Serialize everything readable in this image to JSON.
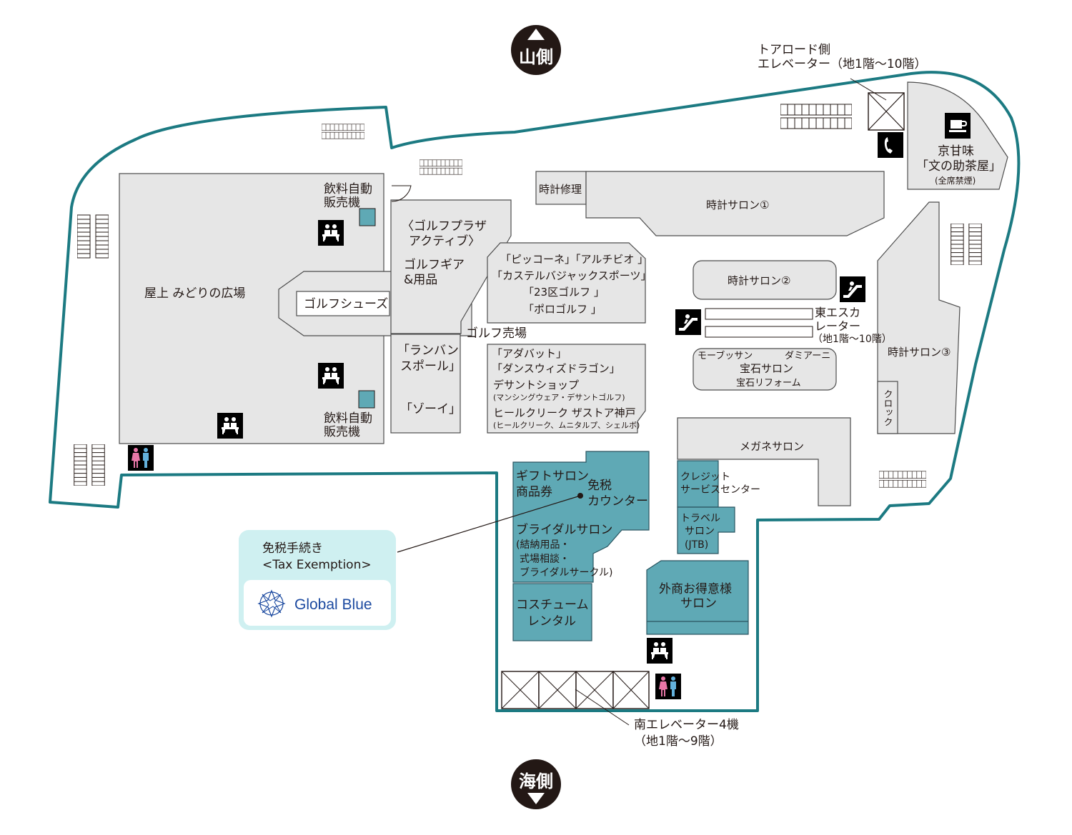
{
  "colors": {
    "outline": "#1c7a82",
    "shop_gray": "#e6e6e6",
    "shop_teal": "#5fa9b5",
    "tax_box": "#cff0f1",
    "global_blue": "#1c4aa0",
    "female": "#e977a8",
    "male": "#63b1dc"
  },
  "compass": {
    "top": "山側",
    "bottom": "海側"
  },
  "elevators": {
    "toa_road_1": "トアロード側",
    "toa_road_2": "エレベーター（地1階〜10階）",
    "south_1": "南エレベーター4機",
    "south_2": "（地1階〜9階）"
  },
  "escalator": {
    "line1": "東エスカ",
    "line2": "レーター",
    "line3": "（地1階〜10階）"
  },
  "shops": {
    "rooftop": "屋上  みどりの広場",
    "vending_top_1": "飲料自動",
    "vending_top_2": "販売機",
    "vending_bottom_1": "飲料自動",
    "vending_bottom_2": "販売機",
    "golf_plaza_1": "〈ゴルフプラザ",
    "golf_plaza_2": "アクティブ〉",
    "golf_gear_1": "ゴルフギア",
    "golf_gear_2": "&用品",
    "golf_shoes": "ゴルフシューズ",
    "golf_market": "ゴルフ売場",
    "lanvin_1": "「ランバン",
    "lanvin_2": "スポール」",
    "zoy": "「ゾーイ」",
    "brands_1": "「ピッコーネ」「アルチビオ 」",
    "brands_2": "「カステルバジャックスポーツ」",
    "brands_3": "「23区ゴルフ 」",
    "brands_4": "「ポロゴルフ 」",
    "brands_b1": "「アダバット」",
    "brands_b2": "「ダンスウィズドラゴン」",
    "brands_b3": "デサントショップ",
    "brands_b4": "(マンシングウェア・デサントゴルフ)",
    "brands_b5": "ヒールクリーク ザストア神戸",
    "brands_b6": "(ヒールクリーク、ムニタルプ、シェルボ)",
    "watch_repair": "時計修理",
    "watch_salon_1": "時計サロン①",
    "watch_salon_2": "時計サロン②",
    "watch_salon_3": "時計サロン③",
    "clock": "クロック",
    "cafe_1": "京甘味",
    "cafe_2": "「文の助茶屋」",
    "cafe_3": "(全席禁煙)",
    "jewel_mov": "モーブッサン",
    "jewel_dami": "ダミアーニ",
    "jewel_salon": "宝石サロン",
    "jewel_reform": "宝石リフォーム",
    "megane": "メガネサロン",
    "credit_1": "クレジット",
    "credit_2": "サービスセンター",
    "travel_1": "トラベル",
    "travel_2": "サロン",
    "travel_3": "(JTB)",
    "gift_1": "ギフトサロン",
    "gift_2": "商品券",
    "taxfree_1": "免税",
    "taxfree_2": "カウンター",
    "bridal_1": "ブライダルサロン",
    "bridal_2": "(結納用品・",
    "bridal_3": "式場相談・",
    "bridal_4": "ブライダルサークル)",
    "costume_1": "コスチューム",
    "costume_2": "レンタル",
    "gaisho_1": "外商お得意様",
    "gaisho_2": "サロン"
  },
  "tax_box": {
    "line1": "免税手続き",
    "line2": "<Tax Exemption>",
    "brand": "Global Blue"
  },
  "icons": {
    "rest_area": "rest-area-icon",
    "restroom": "restroom-icon",
    "phone": "phone-icon",
    "cafe": "coffee-icon",
    "escalator": "escalator-icon"
  }
}
